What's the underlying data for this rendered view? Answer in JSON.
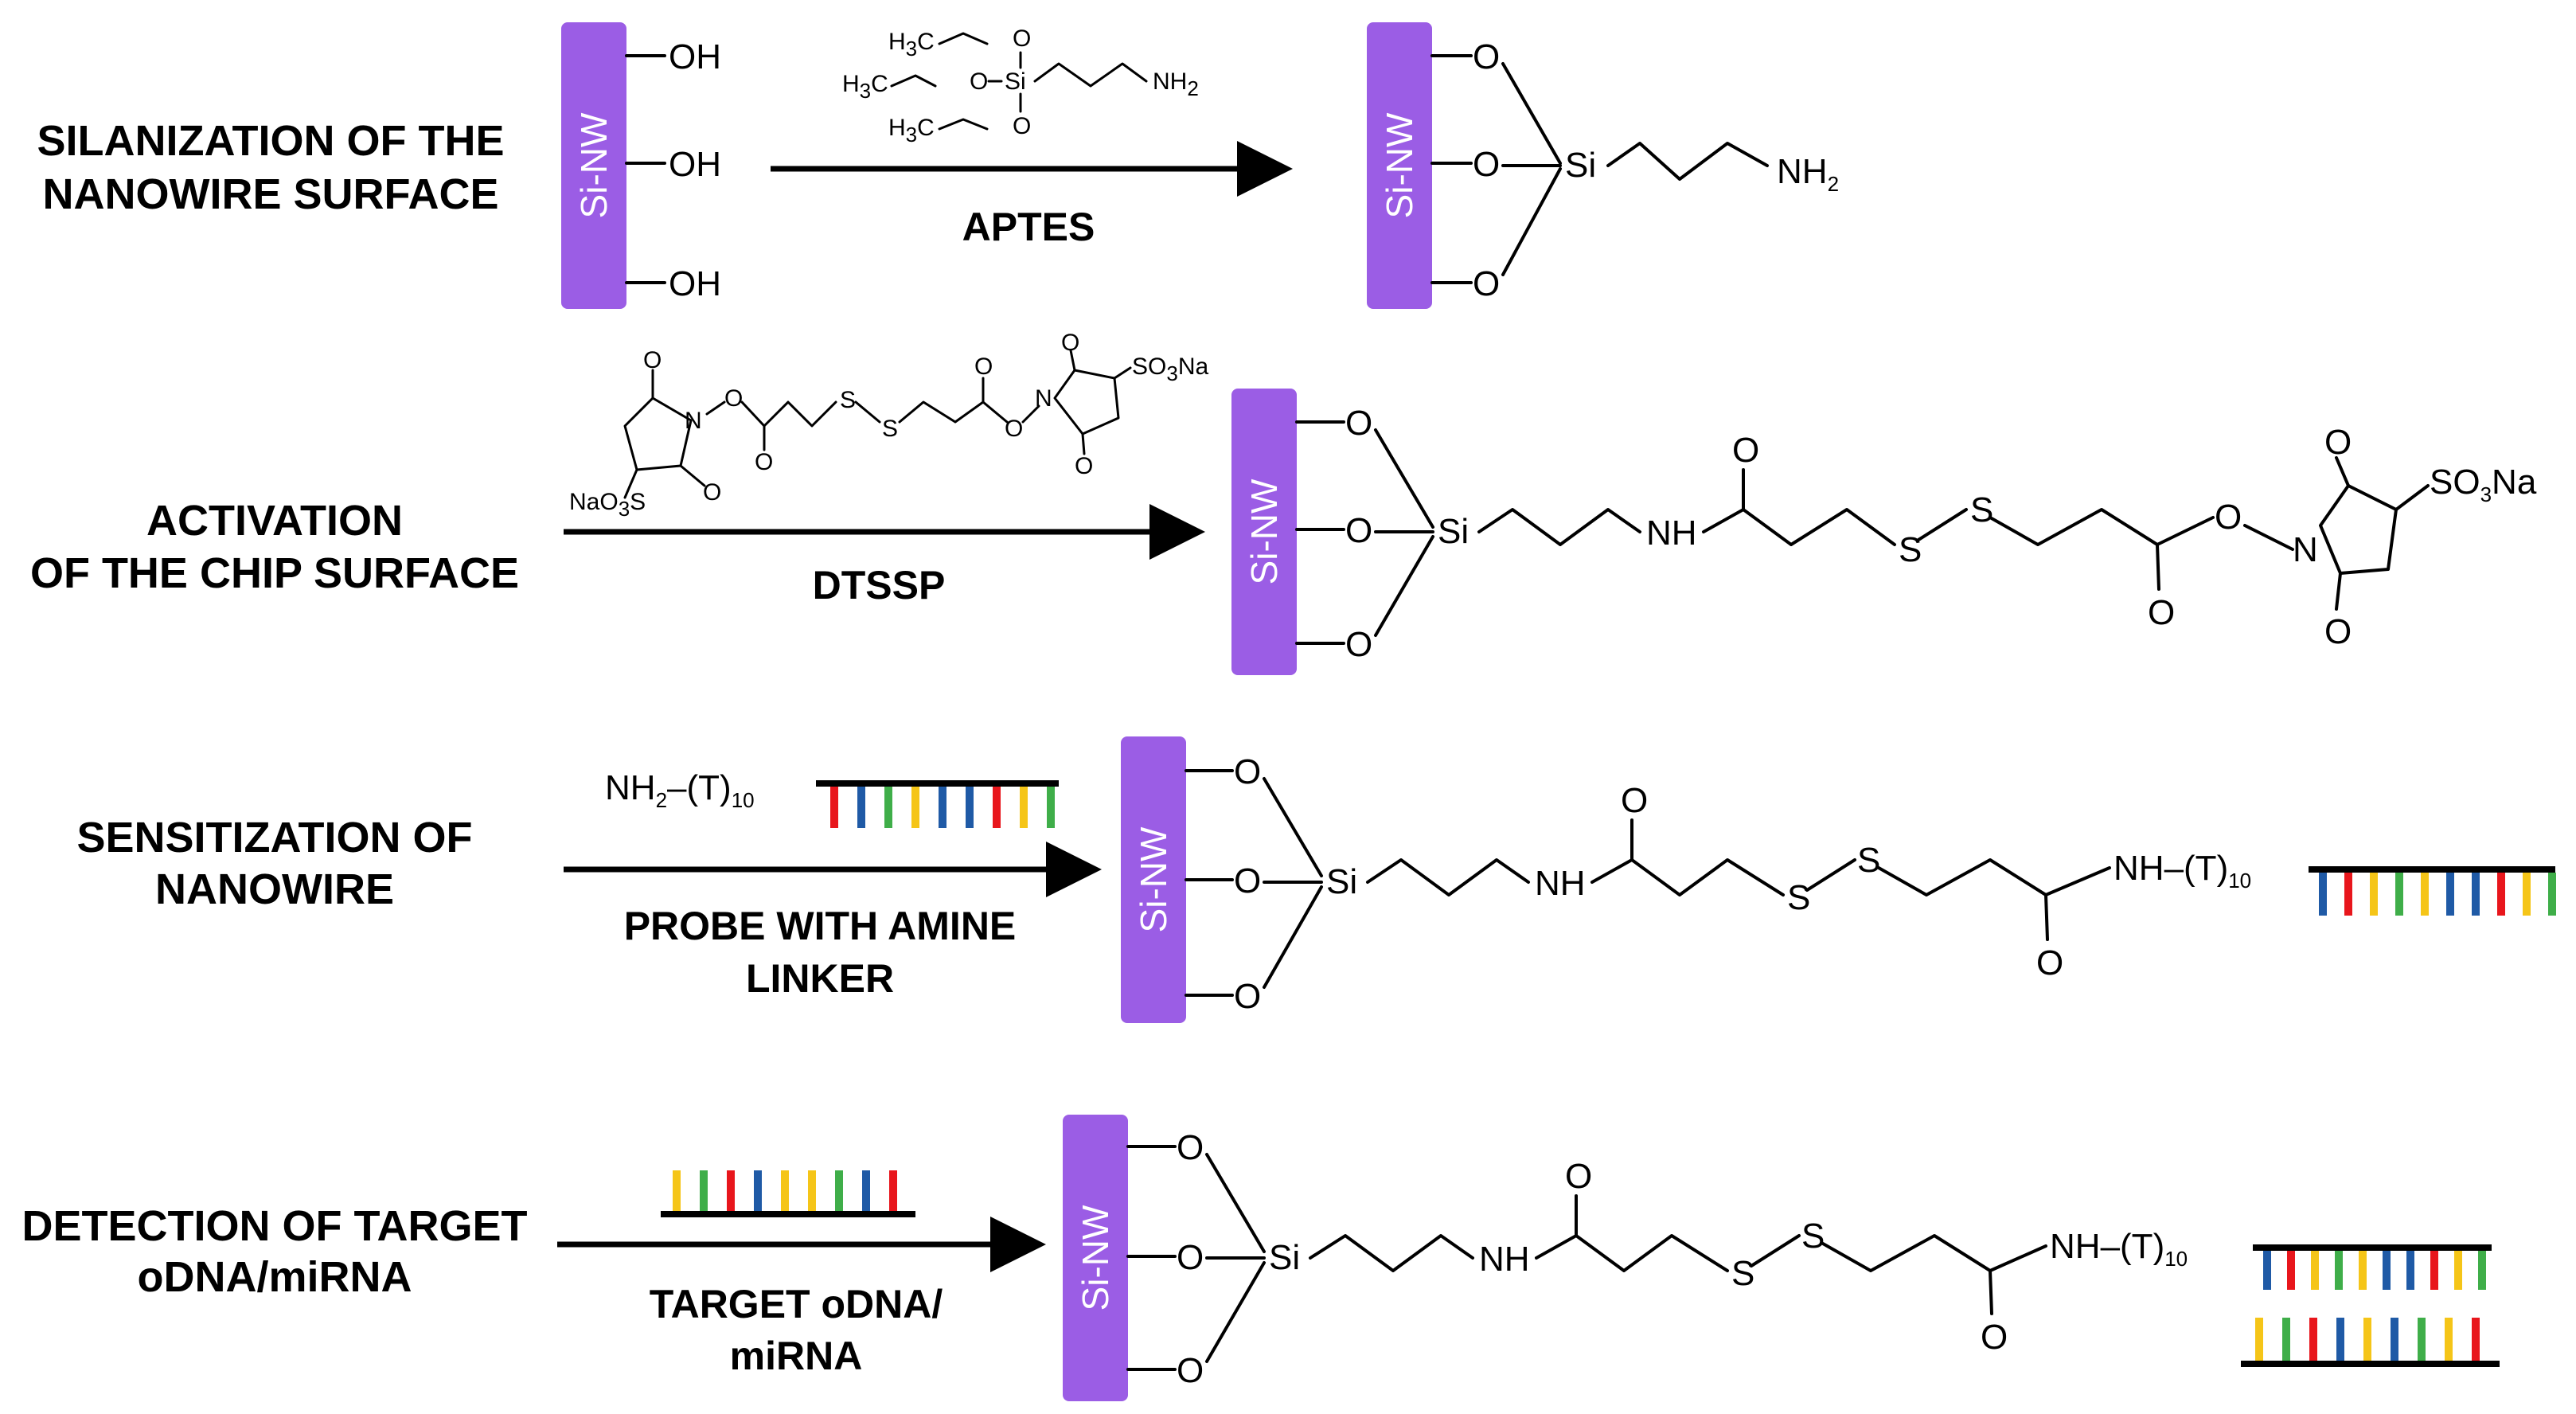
{
  "colors": {
    "nanowire": "#9b5de5",
    "base_red": "#e8161c",
    "base_blue": "#1f5aa6",
    "base_green": "#3fae49",
    "base_yellow": "#f5c518"
  },
  "steps": [
    {
      "label_lines": [
        "SILANIZATION OF THE",
        "NANOWIRE SURFACE"
      ],
      "reagent_lines": [
        "APTES"
      ]
    },
    {
      "label_lines": [
        "ACTIVATION",
        "OF THE CHIP SURFACE"
      ],
      "reagent_lines": [
        "DTSSP"
      ]
    },
    {
      "label_lines": [
        "SENSITIZATION OF",
        "NANOWIRE"
      ],
      "reagent_lines": [
        "PROBE WITH AMINE",
        "LINKER"
      ]
    },
    {
      "label_lines": [
        "DETECTION OF TARGET",
        "oDNA/miRNA"
      ],
      "reagent_lines": [
        "TARGET oDNA/",
        "miRNA"
      ]
    }
  ],
  "nanowire_label": "Si-NW",
  "chem": {
    "OH": "OH",
    "O": "O",
    "Si": "Si",
    "N": "N",
    "NH": "NH",
    "S": "S",
    "NH2": "NH",
    "NH2_sub": "2",
    "H3C": "H",
    "H3C_sub": "3",
    "H3C_c": "C",
    "SO3Na": "SO",
    "SO3Na_sub": "3",
    "SO3Na_tail": "Na",
    "NaO3S_a": "NaO",
    "NaO3S_sub": "3",
    "NaO3S_b": "S",
    "T_label": "–(T)",
    "T_sub": "10"
  },
  "sequences": {
    "probe_small": [
      "red",
      "blue",
      "green",
      "yellow",
      "blue",
      "blue",
      "red",
      "yellow",
      "green"
    ],
    "probe_attached": [
      "blue",
      "red",
      "yellow",
      "green",
      "yellow",
      "blue",
      "blue",
      "red",
      "yellow",
      "green"
    ],
    "target": [
      "yellow",
      "green",
      "red",
      "blue",
      "yellow",
      "yellow",
      "green",
      "blue",
      "red"
    ],
    "target_bound": [
      "yellow",
      "green",
      "red",
      "blue",
      "yellow",
      "blue",
      "green",
      "yellow",
      "red"
    ]
  }
}
